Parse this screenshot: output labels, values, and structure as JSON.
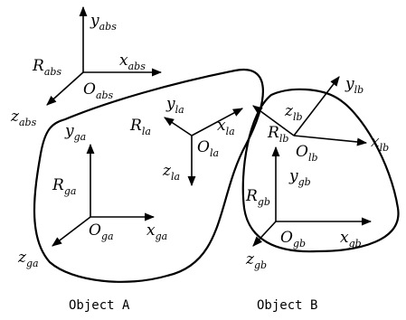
{
  "frames": {
    "abs": {
      "origin": [
        "O",
        "abs"
      ],
      "name": [
        "R",
        "abs"
      ],
      "x": [
        "x",
        "abs"
      ],
      "y": [
        "y",
        "abs"
      ],
      "z": [
        "z",
        "abs"
      ]
    },
    "ga": {
      "origin": [
        "O",
        "ga"
      ],
      "name": [
        "R",
        "ga"
      ],
      "x": [
        "x",
        "ga"
      ],
      "y": [
        "y",
        "ga"
      ],
      "z": [
        "z",
        "ga"
      ]
    },
    "la": {
      "origin": [
        "O",
        "la"
      ],
      "name": [
        "R",
        "la"
      ],
      "x": [
        "x",
        "la"
      ],
      "y": [
        "y",
        "la"
      ],
      "z": [
        "z",
        "la"
      ]
    },
    "lb": {
      "origin": [
        "O",
        "lb"
      ],
      "name": [
        "R",
        "lb"
      ],
      "x": [
        "x",
        "lb"
      ],
      "y": [
        "y",
        "lb"
      ],
      "z": [
        "z",
        "lb"
      ]
    },
    "gb": {
      "origin": [
        "O",
        "gb"
      ],
      "name": [
        "R",
        "gb"
      ],
      "x": [
        "x",
        "gb"
      ],
      "y": [
        "y",
        "gb"
      ],
      "z": [
        "z",
        "gb"
      ]
    }
  },
  "captions": {
    "object_a": "Object A",
    "object_b": "Object B"
  }
}
